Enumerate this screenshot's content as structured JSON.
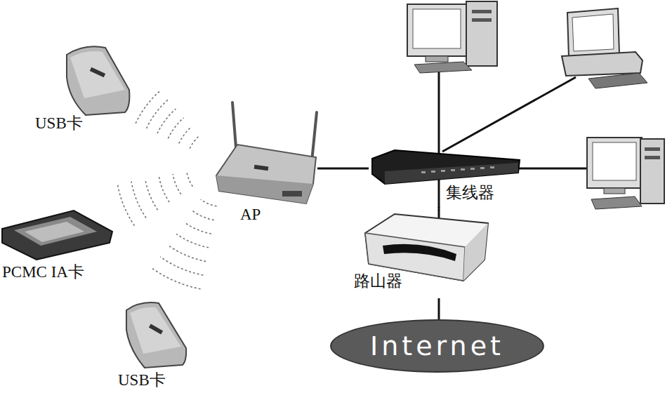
{
  "diagram": {
    "nodes": [
      {
        "text": [
          "USB卡"
        ]
      },
      {
        "text": [
          "AP"
        ]
      },
      {
        "text": [
          "集线器"
        ]
      },
      {
        "text": [
          "PCMC IA卡"
        ]
      },
      {
        "text": [
          "路山器"
        ]
      },
      {
        "text": [
          "USB卡"
        ]
      },
      {
        "text": [
          "Internet"
        ]
      }
    ],
    "edges": [
      {
        "from": 1,
        "to": 2,
        "arrow": "none"
      },
      {
        "from": 2,
        "to": 4,
        "arrow": "none"
      },
      {
        "from": 4,
        "to": 6,
        "arrow": "none"
      }
    ]
  }
}
